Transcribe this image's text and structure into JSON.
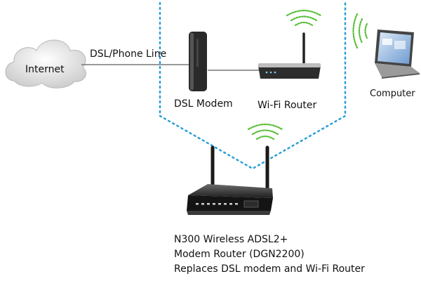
{
  "labels": {
    "internet": "Internet",
    "dsl_line": "DSL/Phone Line",
    "dsl_modem": "DSL Modem",
    "wifi_router": "Wi-Fi Router",
    "computer": "Computer"
  },
  "caption": [
    "N300 Wireless ADSL2+",
    "Modem Router (DGN2200)",
    "Replaces DSL modem and Wi-Fi Router"
  ],
  "colors": {
    "dotted_outline": "#2a9fd6",
    "wifi_signal": "#5bbf3a",
    "device_dark": "#2b2b2b",
    "cloud": "#e6e6e6"
  }
}
